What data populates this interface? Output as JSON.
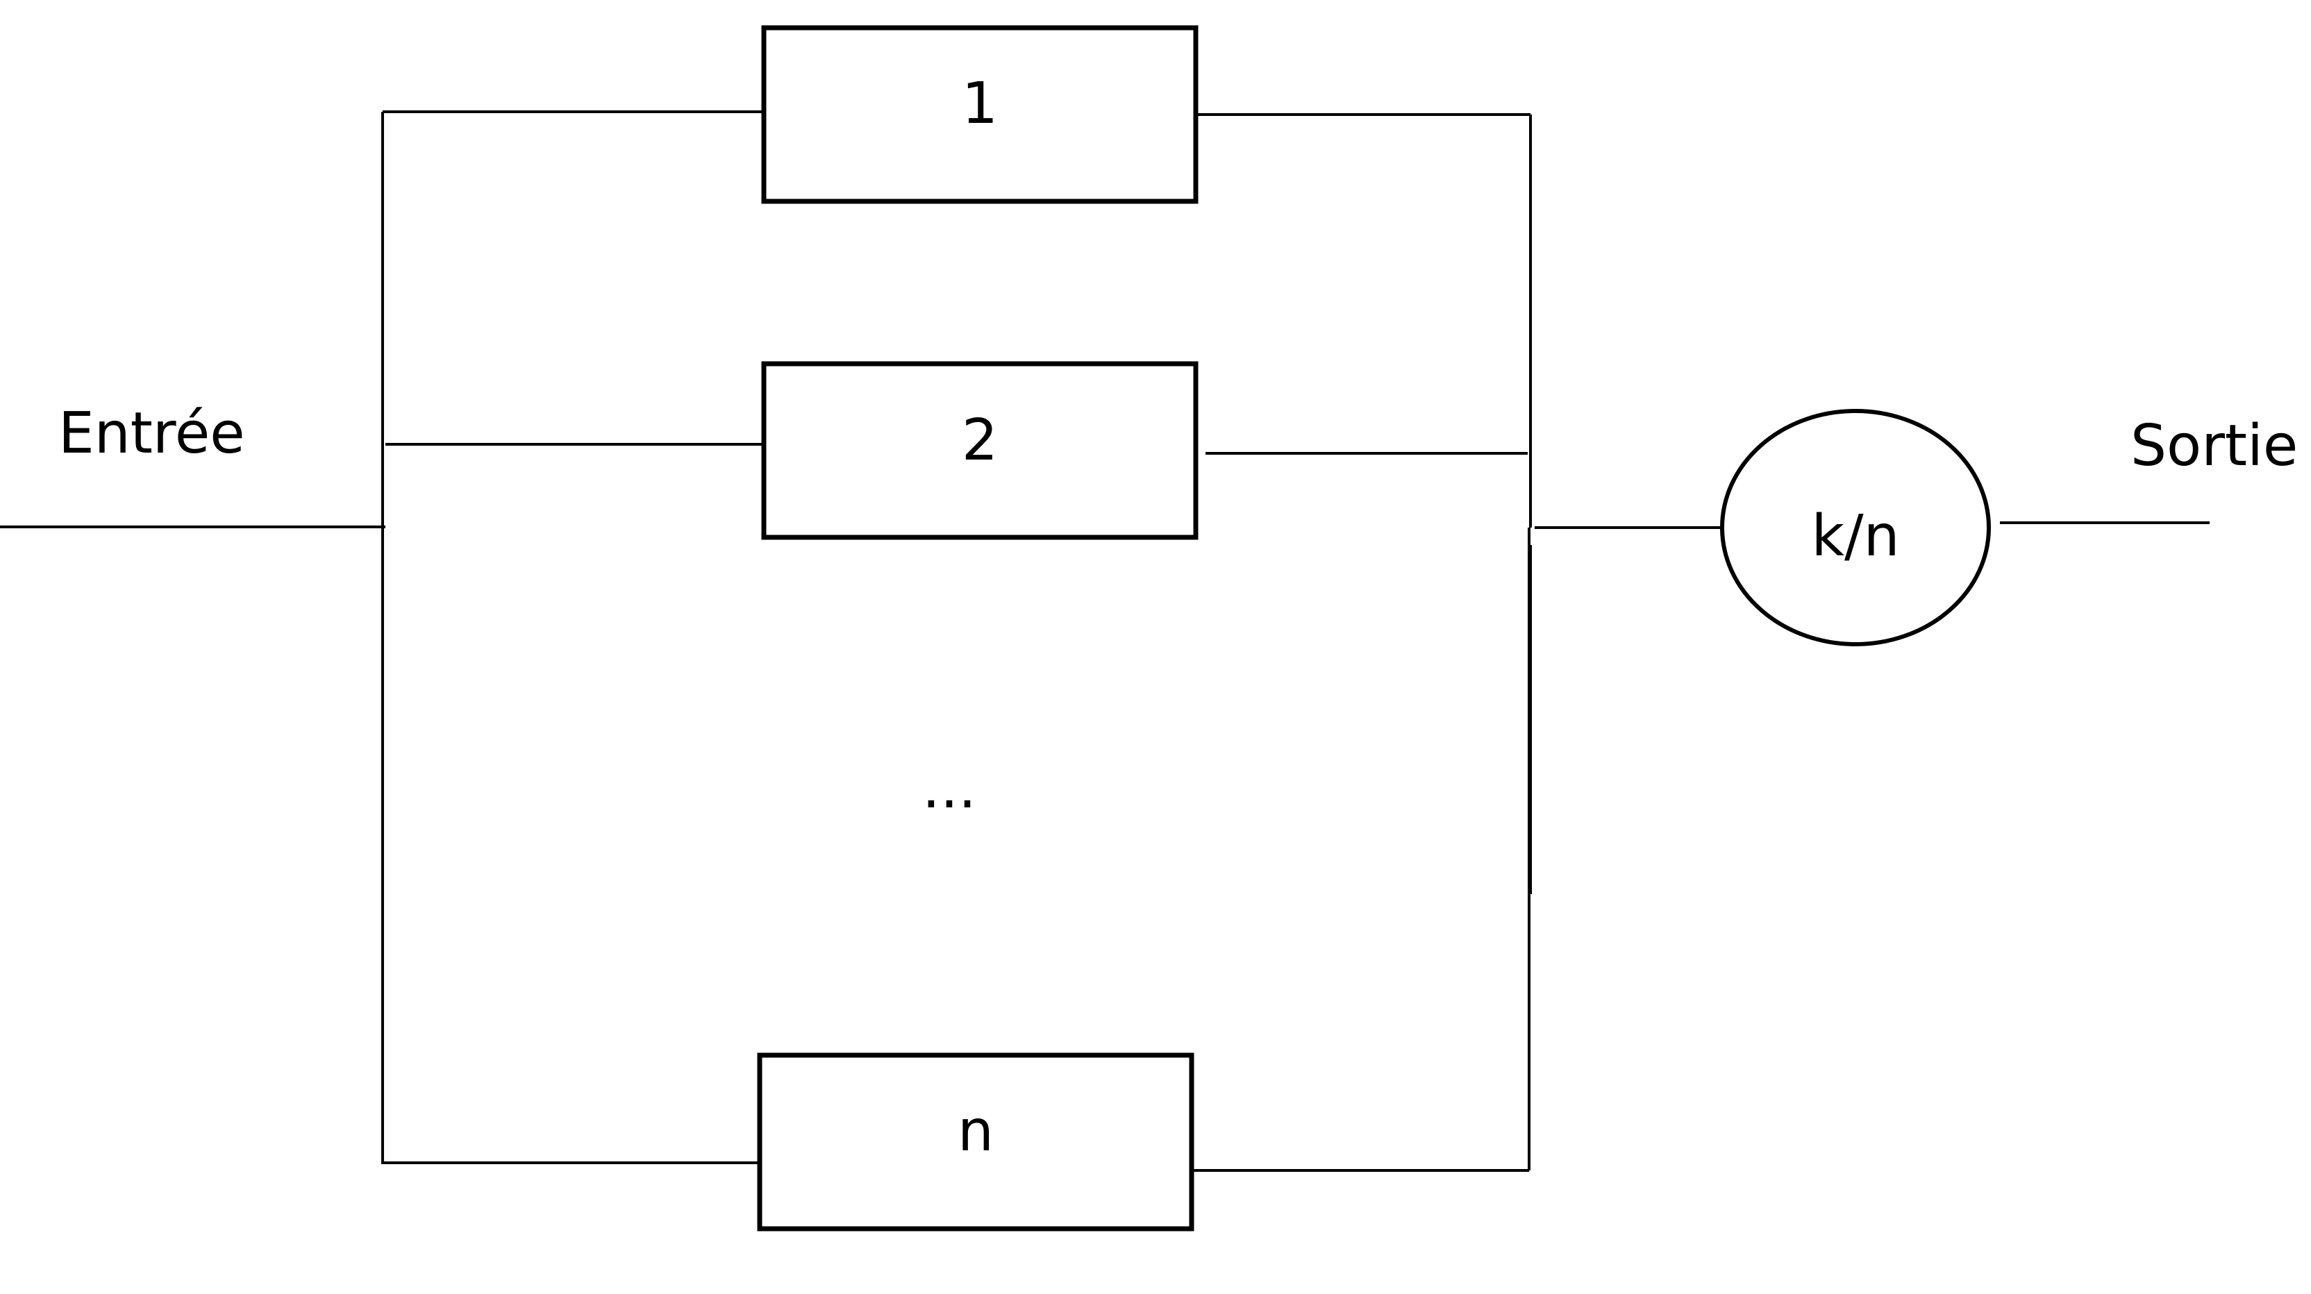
{
  "input_label": "Entrée",
  "output_label": "Sortie",
  "blocks": [
    {
      "label": "1"
    },
    {
      "label": "2"
    },
    {
      "label": "n"
    }
  ],
  "ellipsis": "...",
  "voter_label": "k/n",
  "colors": {
    "line": "#000000",
    "background": "#ffffff"
  }
}
